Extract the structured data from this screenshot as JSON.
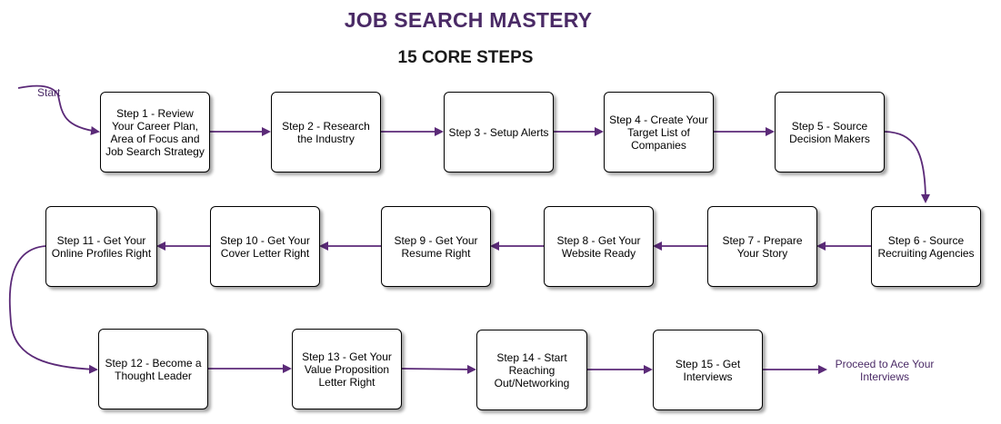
{
  "title": "JOB SEARCH MASTERY",
  "subtitle": "15 CORE STEPS",
  "start_label": "Start",
  "end_label": "Proceed to Ace Your Interviews",
  "colors": {
    "title": "#4a2a66",
    "connector": "#5b2a78",
    "box_border": "#000000"
  },
  "steps": [
    {
      "label": "Step 1 - Review Your Career Plan, Area of Focus and Job Search Strategy"
    },
    {
      "label": "Step 2 - Research the Industry"
    },
    {
      "label": "Step 3 - Setup Alerts"
    },
    {
      "label": "Step 4 - Create Your Target List of Companies"
    },
    {
      "label": "Step 5 - Source Decision Makers"
    },
    {
      "label": "Step 6 - Source Recruiting Agencies"
    },
    {
      "label": "Step 7 - Prepare Your Story"
    },
    {
      "label": "Step 8 - Get Your Website Ready"
    },
    {
      "label": "Step 9 - Get Your Resume Right"
    },
    {
      "label": "Step 10 - Get Your Cover Letter Right"
    },
    {
      "label": "Step 11 - Get Your Online Profiles Right"
    },
    {
      "label": "Step 12 - Become a Thought Leader"
    },
    {
      "label": "Step 13 - Get Your Value Proposition Letter Right"
    },
    {
      "label": "Step 14 - Start Reaching Out/Networking"
    },
    {
      "label": "Step 15 - Get Interviews"
    }
  ]
}
